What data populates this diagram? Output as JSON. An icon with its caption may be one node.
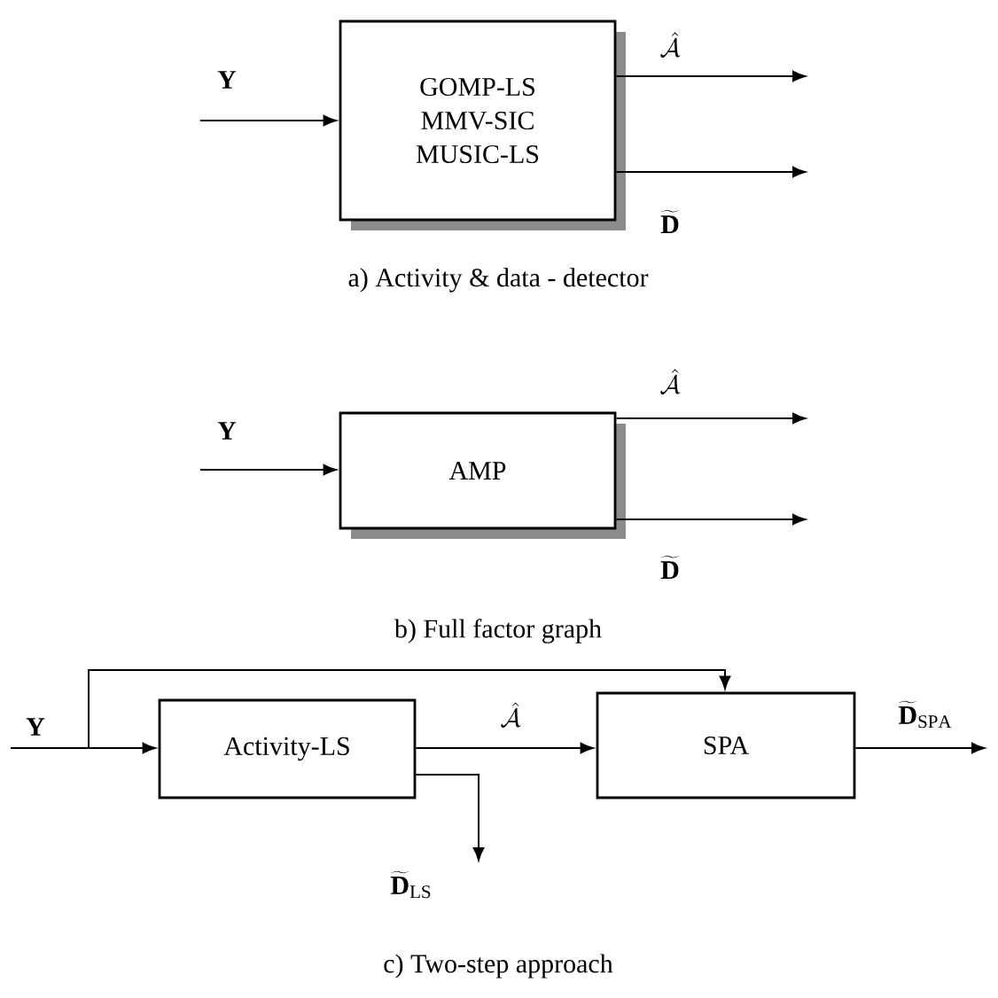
{
  "diagram": {
    "nodes": [
      {
        "text": [
          "GOMP-LS MMV-SIC MUSIC-LS"
        ]
      },
      {
        "text": [
          "AMP"
        ]
      },
      {
        "text": [
          "Activity-LS"
        ]
      },
      {
        "text": [
          "SPA"
        ]
      }
    ],
    "edges": [
      {
        "from": null,
        "to": 0,
        "arrow": "to",
        "label": "\\mathbf{Y}"
      },
      {
        "from": 0,
        "to": null,
        "arrow": "to",
        "label": "\\hat{\\mathcal{A}}"
      },
      {
        "from": 0,
        "to": null,
        "arrow": "to",
        "label": "\\widetilde{\\mathbf{D}}"
      },
      {
        "from": null,
        "to": 1,
        "arrow": "to",
        "label": "\\mathbf{Y}"
      },
      {
        "from": 1,
        "to": null,
        "arrow": "to",
        "label": "\\hat{\\mathcal{A}}"
      },
      {
        "from": 1,
        "to": null,
        "arrow": "to",
        "label": "\\widetilde{\\mathbf{D}}"
      },
      {
        "from": null,
        "to": 2,
        "arrow": "to",
        "label": "\\mathbf{Y}"
      },
      {
        "from": null,
        "to": 3,
        "arrow": "to"
      },
      {
        "from": 2,
        "to": 3,
        "arrow": "to",
        "label": "\\hat{\\mathcal{A}}"
      },
      {
        "from": 2,
        "to": null,
        "arrow": "to",
        "label": "\\widetilde{\\mathbf{D}}_{\\mathrm{LS}}"
      },
      {
        "from": 3,
        "to": null,
        "arrow": "to",
        "label": "\\widetilde{\\mathbf{D}}_{\\mathrm{SPA}}"
      }
    ],
    "labels": [
      "a) Activity & data - detector",
      "b) Full factor graph",
      "c) Two-step approach"
    ]
  }
}
